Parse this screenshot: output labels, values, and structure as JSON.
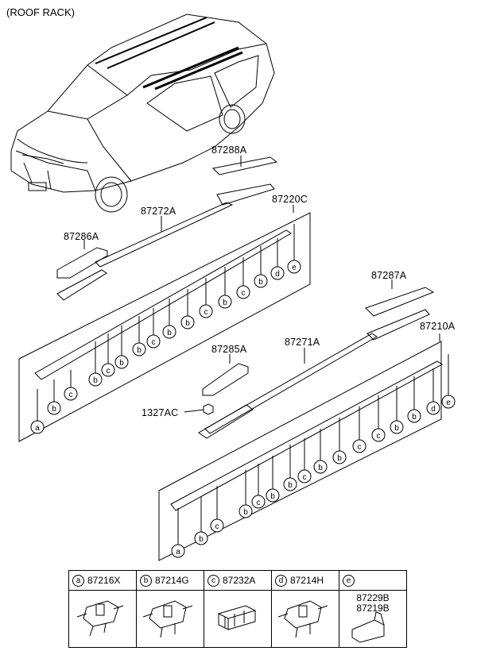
{
  "title": "(ROOF RACK)",
  "labels": {
    "p87288A": "87288A",
    "p87220C": "87220C",
    "p87272A": "87272A",
    "p87286A": "87286A",
    "p87287A": "87287A",
    "p87210A": "87210A",
    "p87285A": "87285A",
    "p87271A": "87271A",
    "p1327AC": "1327AC"
  },
  "callouts": {
    "a": "a",
    "b": "b",
    "c": "c",
    "d": "d",
    "e": "e"
  },
  "legend": [
    {
      "letter": "a",
      "code": "87216X"
    },
    {
      "letter": "b",
      "code": "87214G"
    },
    {
      "letter": "c",
      "code": "87232A"
    },
    {
      "letter": "d",
      "code": "87214H"
    },
    {
      "letter": "e",
      "code": "",
      "codes": [
        "87229B",
        "87219B"
      ]
    }
  ]
}
